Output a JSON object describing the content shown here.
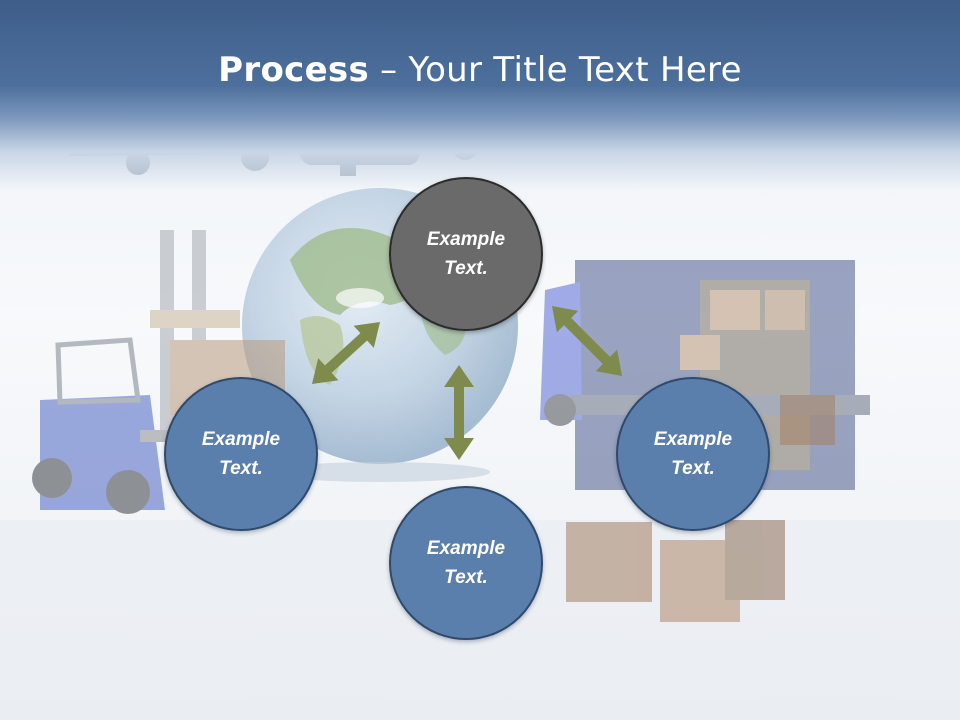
{
  "slide": {
    "title_bold": "Process",
    "title_rest": " – Your Title Text Here"
  },
  "diagram": {
    "nodes": [
      {
        "id": "top",
        "label": "Example Text.",
        "color": "#6a6a6a"
      },
      {
        "id": "left",
        "label": "Example Text.",
        "color": "#5b7fad"
      },
      {
        "id": "right",
        "label": "Example Text.",
        "color": "#5b7fad"
      },
      {
        "id": "bottom",
        "label": "Example Text.",
        "color": "#5b7fad"
      }
    ],
    "arrow_color": "#7f8a4d",
    "arrows": [
      {
        "from": "top",
        "to": "left",
        "direction": "both"
      },
      {
        "from": "top",
        "to": "right",
        "direction": "both"
      },
      {
        "from": "top",
        "to": "bottom",
        "direction": "both"
      }
    ]
  },
  "colors": {
    "header": "#4d6f9c",
    "accent_blue": "#5b7fad",
    "accent_gray": "#6a6a6a",
    "arrow": "#7f8a4d"
  }
}
